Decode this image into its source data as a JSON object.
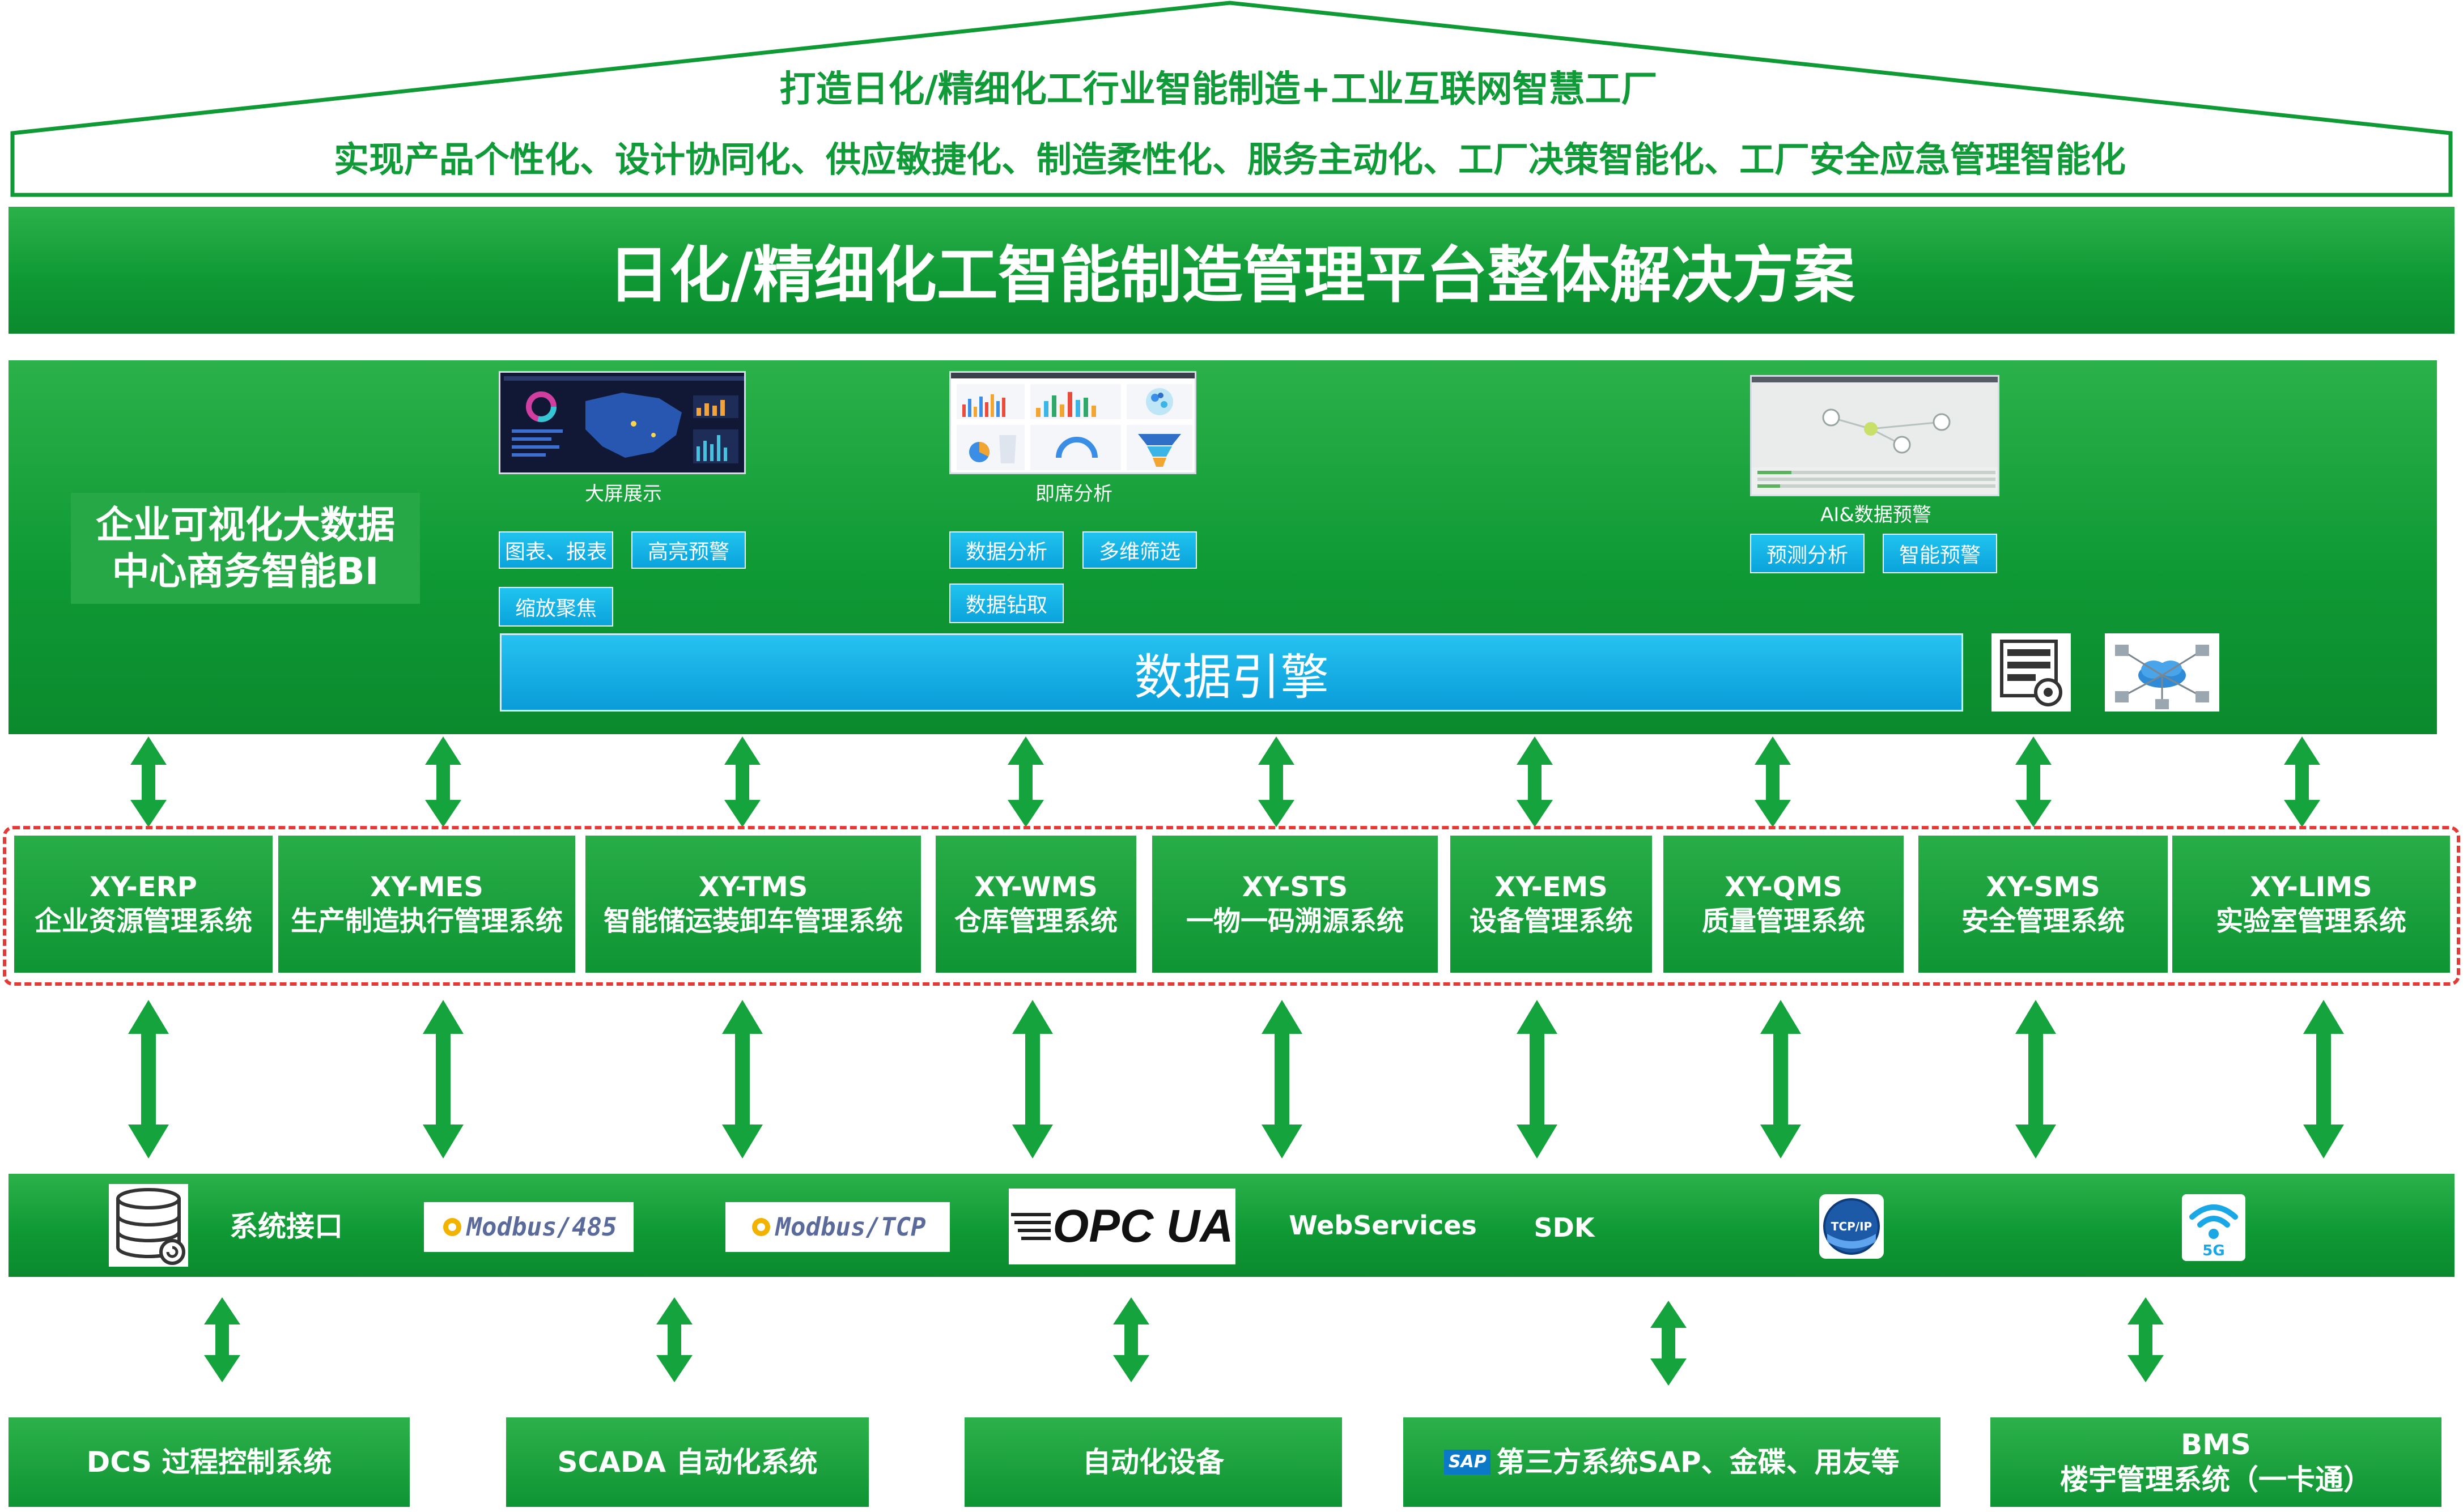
{
  "roof": {
    "line1": "打造日化/精细化工行业智能制造+工业互联网智慧工厂",
    "line2": "实现产品个性化、设计协同化、供应敏捷化、制造柔性化、服务主动化、工厂决策智能化、工厂安全应急管理智能化"
  },
  "banner": {
    "title": "日化/精细化工智能制造管理平台整体解决方案"
  },
  "bi": {
    "label": "企业可视化大数据中心商务智能BI",
    "label_line1": "企业可视化大数据",
    "label_line2": "中心商务智能BI",
    "groups": [
      {
        "caption": "大屏展示",
        "tags": [
          "图表、报表",
          "高亮预警",
          "缩放聚焦"
        ]
      },
      {
        "caption": "即席分析",
        "tags": [
          "数据分析",
          "多维筛选",
          "数据钻取"
        ]
      },
      {
        "caption": "AI&数据预警",
        "tags": [
          "预测分析",
          "智能预警"
        ]
      }
    ],
    "engine": "数据引擎",
    "icons": [
      "server-config-icon",
      "cloud-network-icon"
    ]
  },
  "systems": [
    {
      "code": "XY-ERP",
      "name": "企业资源管理系统"
    },
    {
      "code": "XY-MES",
      "name": "生产制造执行管理系统"
    },
    {
      "code": "XY-TMS",
      "name": "智能储运装卸车管理系统"
    },
    {
      "code": "XY-WMS",
      "name": "仓库管理系统"
    },
    {
      "code": "XY-STS",
      "name": "一物一码溯源系统"
    },
    {
      "code": "XY-EMS",
      "name": "设备管理系统"
    },
    {
      "code": "XY-QMS",
      "name": "质量管理系统"
    },
    {
      "code": "XY-SMS",
      "name": "安全管理系统"
    },
    {
      "code": "XY-LIMS",
      "name": "实验室管理系统"
    }
  ],
  "interfaces": {
    "system_interface": "系统接口",
    "modbus485": "Modbus/485",
    "modbustcp": "Modbus/TCP",
    "opcua": "OPC UA",
    "webservices": "WebServices",
    "sdk": "SDK",
    "tcpip": "TCP/IP",
    "wifi5g": "5G",
    "icons": [
      "database-icon",
      "tcpip-icon",
      "wifi-5g-icon"
    ]
  },
  "sources": [
    {
      "label": "DCS 过程控制系统"
    },
    {
      "label": "SCADA 自动化系统"
    },
    {
      "label": "自动化设备"
    },
    {
      "label": "第三方系统SAP、金碟、用友等",
      "logo": "SAP"
    },
    {
      "label_line1": "BMS",
      "label_line2": "楼宇管理系统（一卡通）"
    }
  ],
  "colors": {
    "green": "#0f9a35",
    "light_green": "#2cb14a",
    "blue": "#0aa3dc",
    "dashed_red": "#e53935",
    "roof_stroke": "#0f9a35"
  }
}
